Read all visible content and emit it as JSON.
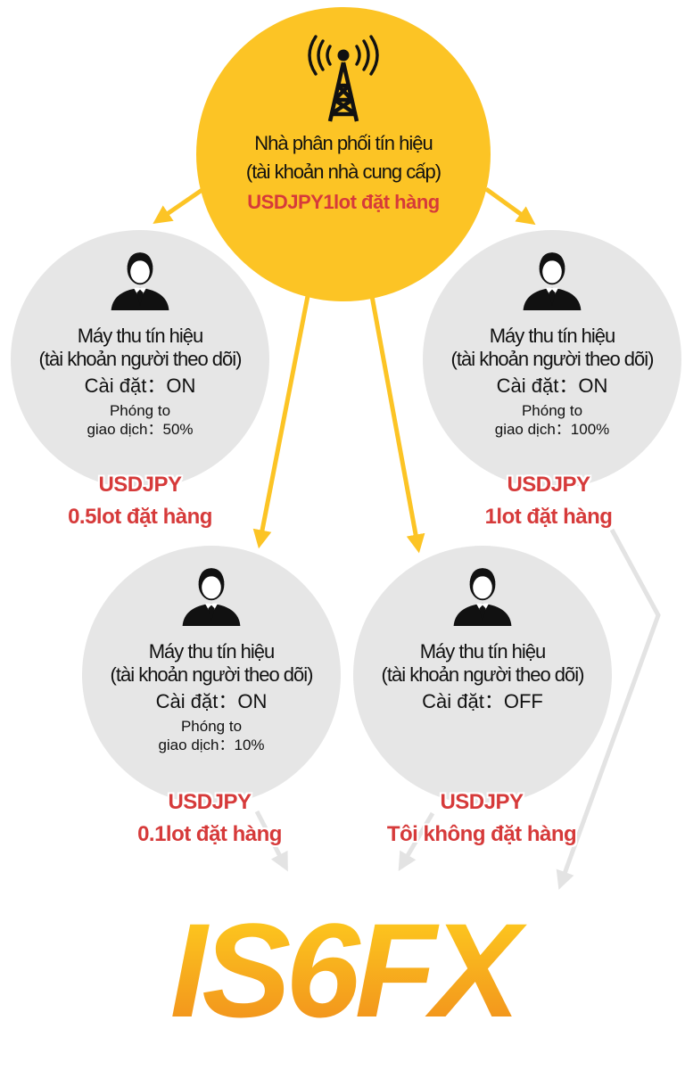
{
  "provider": {
    "title": "Nhà phân phối tín hiệu",
    "subtitle": "(tài khoản nhà cung cấp)",
    "order": "USDJPY1lot đặt hàng",
    "icon": "signal-tower-icon"
  },
  "receivers": [
    {
      "title": "Máy thu tín hiệu",
      "subtitle": "(tài khoản người theo dõi)",
      "setting": "Cài đặt：ON",
      "scale_label": "Phóng to",
      "scale_value": "giao dịch：50%",
      "order_symbol": "USDJPY",
      "order_text": "0.5lot đặt hàng"
    },
    {
      "title": "Máy thu tín hiệu",
      "subtitle": "(tài khoản người theo dõi)",
      "setting": "Cài đặt：ON",
      "scale_label": "Phóng to",
      "scale_value": "giao dịch：100%",
      "order_symbol": "USDJPY",
      "order_text": "1lot đặt hàng"
    },
    {
      "title": "Máy thu tín hiệu",
      "subtitle": "(tài khoản người theo dõi)",
      "setting": "Cài đặt：ON",
      "scale_label": "Phóng to",
      "scale_value": "giao dịch：10%",
      "order_symbol": "USDJPY",
      "order_text": "0.1lot đặt hàng"
    },
    {
      "title": "Máy thu tín hiệu",
      "subtitle": "(tài khoản người theo dõi)",
      "setting": "Cài đặt：OFF",
      "order_symbol": "USDJPY",
      "order_text": "Tôi không đặt hàng"
    }
  ],
  "brand": {
    "name": "IS6FX",
    "gradient": [
      "#ffd21f",
      "#f08a1c"
    ]
  },
  "colors": {
    "provider_fill": "#fcc425",
    "receiver_fill": "#e6e6e6",
    "arrow_yellow": "#fcc425",
    "arrow_gray": "#e3e3e3",
    "order_red": "#d63a3a"
  }
}
